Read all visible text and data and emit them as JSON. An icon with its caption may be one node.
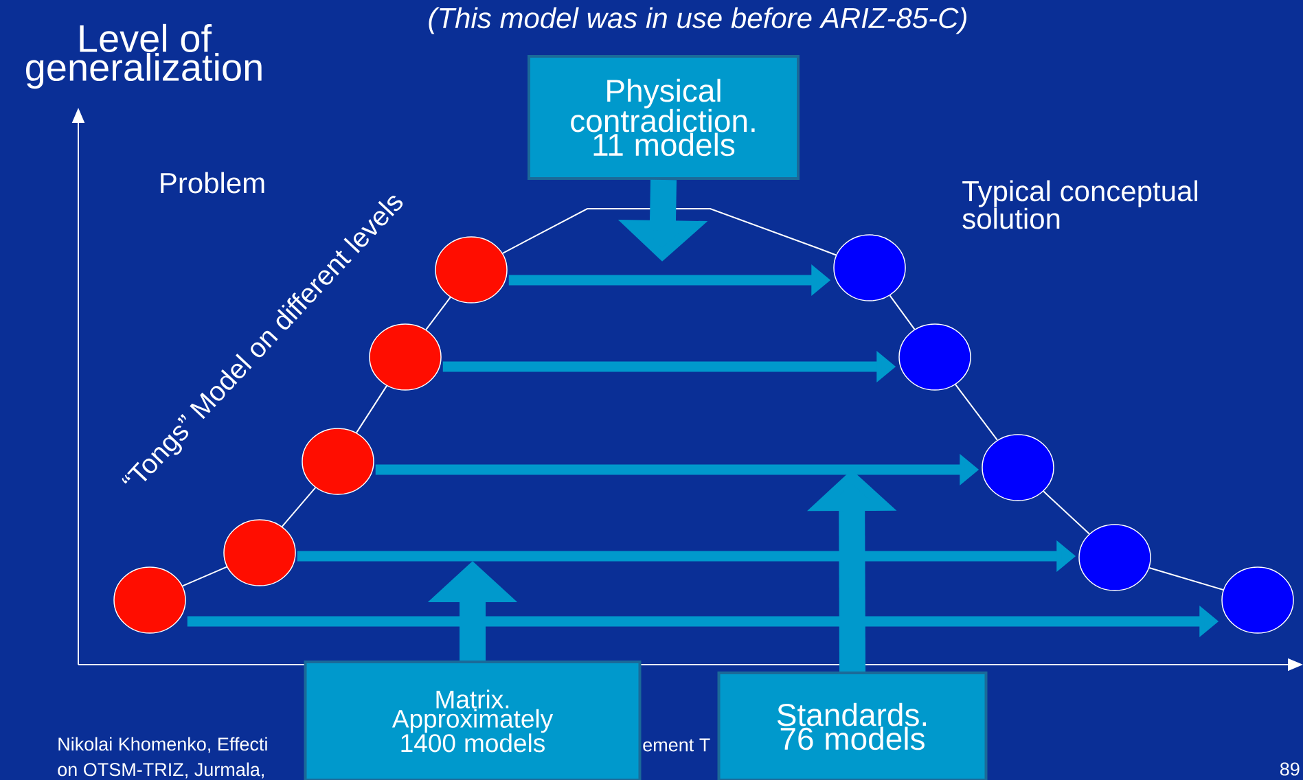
{
  "diagram": {
    "nodes": [
      {
        "text": [
          "Physical contradiction. 11 models"
        ]
      },
      {
        "text": [
          "Matrix. Approximately 1400 models"
        ]
      },
      {
        "text": [
          "Standards. 76 models"
        ]
      },
      {
        "text": [],
        "shape": "circle"
      },
      {
        "text": [],
        "shape": "circle"
      },
      {
        "text": [],
        "shape": "circle"
      },
      {
        "text": [],
        "shape": "circle"
      },
      {
        "text": [],
        "shape": "circle"
      },
      {
        "text": [],
        "shape": "circle"
      },
      {
        "text": [],
        "shape": "circle"
      },
      {
        "text": [],
        "shape": "circle"
      },
      {
        "text": [],
        "shape": "circle"
      },
      {
        "text": [],
        "shape": "circle"
      }
    ],
    "edges": [
      {
        "from": 3,
        "to": 4,
        "arrow": "none"
      },
      {
        "from": 4,
        "to": 5,
        "arrow": "none"
      },
      {
        "from": 5,
        "to": 6,
        "arrow": "none"
      },
      {
        "from": 6,
        "to": 7,
        "arrow": "none"
      },
      {
        "from": 7,
        "to": 8,
        "arrow": "none"
      },
      {
        "from": 8,
        "to": 9,
        "arrow": "none"
      },
      {
        "from": 9,
        "to": 10,
        "arrow": "none"
      },
      {
        "from": 10,
        "to": 11,
        "arrow": "none"
      },
      {
        "from": 11,
        "to": 12,
        "arrow": "none"
      },
      {
        "from": 7,
        "to": 8,
        "arrow": "to",
        "style": "thick",
        "color": "#0099cc"
      },
      {
        "from": 6,
        "to": 9,
        "arrow": "to",
        "style": "thick",
        "color": "#0099cc"
      },
      {
        "from": 5,
        "to": 10,
        "arrow": "to",
        "style": "thick",
        "color": "#0099cc"
      },
      {
        "from": 4,
        "to": 11,
        "arrow": "to",
        "style": "thick",
        "color": "#0099cc"
      },
      {
        "from": 3,
        "to": 12,
        "arrow": "to",
        "style": "thick",
        "color": "#0099cc"
      },
      {
        "from": 0,
        "to": null,
        "arrow": "to",
        "style": "thick",
        "color": "#0099cc"
      },
      {
        "from": 1,
        "to": null,
        "arrow": "to",
        "style": "thick",
        "color": "#0099cc"
      },
      {
        "from": 2,
        "to": null,
        "arrow": "to",
        "style": "thick",
        "color": "#0099cc"
      }
    ],
    "labels": [
      "(This model was in use before ARIZ-85-C)",
      "Level of generalization",
      "Problem",
      "Typical conceptual solution",
      "“Tongs” Model on different levels",
      "Nikolai Khomenko, Effecti",
      "on OTSM-TRIZ, Jurmala,",
      "ement T",
      "89"
    ]
  }
}
